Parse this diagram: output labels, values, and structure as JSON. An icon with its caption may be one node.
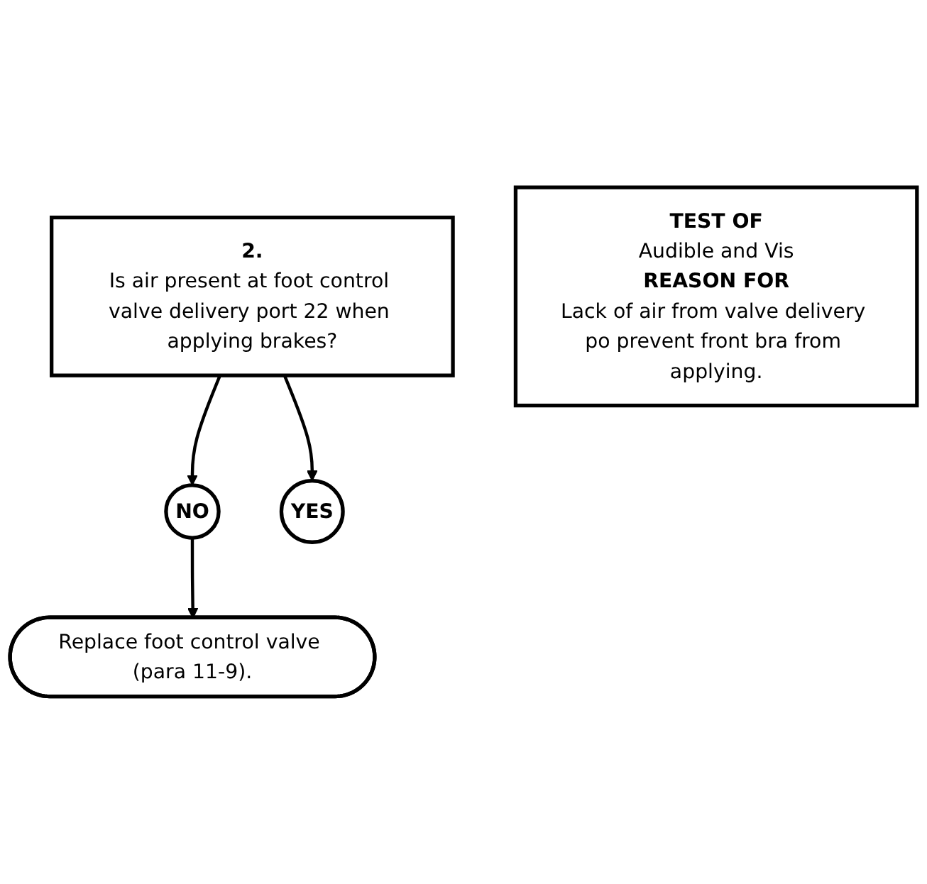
{
  "diagram": {
    "nodes": [
      {
        "text": [
          "2.",
          "Is air present at foot control valve delivery port 22 when applying brakes?"
        ]
      },
      {
        "text": [
          "TEST OF",
          "Audible and Vis",
          "REASON FOR",
          "Lack of air from valve delivery po prevent front bra from applying."
        ]
      },
      {
        "text": [
          "NO"
        ]
      },
      {
        "text": [
          "YES"
        ]
      },
      {
        "text": [
          "Replace foot control valve (para 11-9)."
        ]
      }
    ],
    "edges": [
      {
        "from": 0,
        "to": 2,
        "arrow": "to"
      },
      {
        "from": 0,
        "to": 3,
        "arrow": "to"
      },
      {
        "from": 2,
        "to": 4,
        "arrow": "to"
      }
    ]
  }
}
